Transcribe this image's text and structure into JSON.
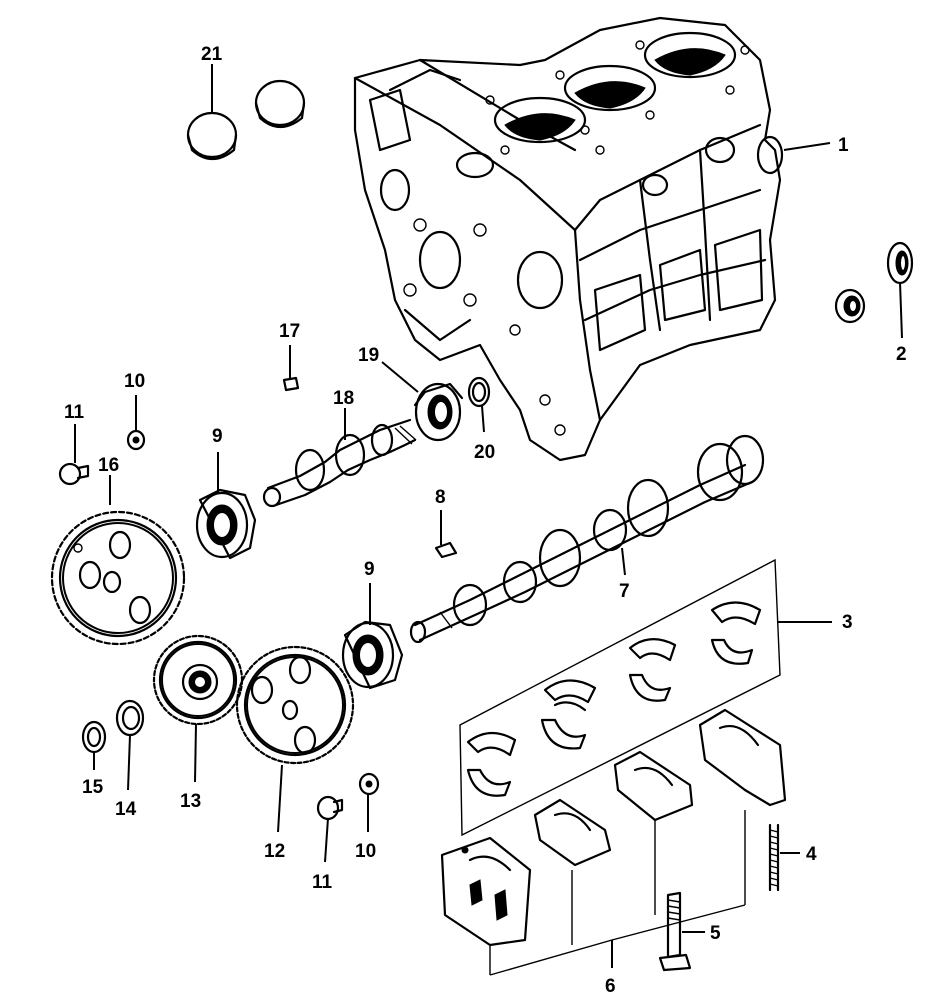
{
  "callouts": [
    {
      "id": "1",
      "text": "1"
    },
    {
      "id": "2",
      "text": "2"
    },
    {
      "id": "3",
      "text": "3"
    },
    {
      "id": "4",
      "text": "4"
    },
    {
      "id": "5",
      "text": "5"
    },
    {
      "id": "6",
      "text": "6"
    },
    {
      "id": "7",
      "text": "7"
    },
    {
      "id": "8",
      "text": "8"
    },
    {
      "id": "9a",
      "text": "9"
    },
    {
      "id": "9b",
      "text": "9"
    },
    {
      "id": "10a",
      "text": "10"
    },
    {
      "id": "10b",
      "text": "10"
    },
    {
      "id": "11a",
      "text": "11"
    },
    {
      "id": "11b",
      "text": "11"
    },
    {
      "id": "12",
      "text": "12"
    },
    {
      "id": "13",
      "text": "13"
    },
    {
      "id": "14",
      "text": "14"
    },
    {
      "id": "15",
      "text": "15"
    },
    {
      "id": "16",
      "text": "16"
    },
    {
      "id": "17",
      "text": "17"
    },
    {
      "id": "18",
      "text": "18"
    },
    {
      "id": "19",
      "text": "19"
    },
    {
      "id": "20",
      "text": "20"
    },
    {
      "id": "21",
      "text": "21"
    }
  ]
}
